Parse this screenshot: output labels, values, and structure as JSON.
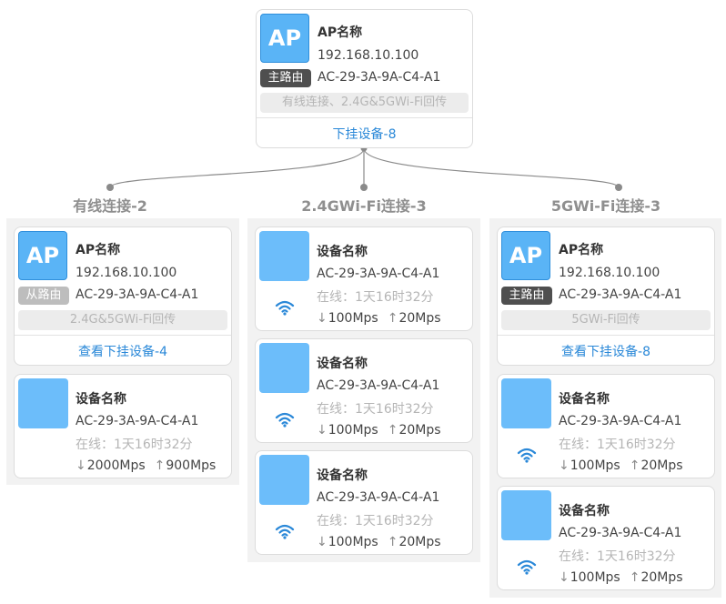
{
  "root": {
    "icon_text": "AP",
    "name": "AP名称",
    "ip": "192.168.10.100",
    "badge": "主路由",
    "mac": "AC-29-3A-9A-C4-A1",
    "backhaul": "有线连接、2.4G&5GWi-Fi回传",
    "link": "下挂设备-8"
  },
  "groups": [
    {
      "title": "有线连接-2",
      "ap": {
        "icon_text": "AP",
        "name": "AP名称",
        "ip": "192.168.10.100",
        "badge": "从路由",
        "mac": "AC-29-3A-9A-C4-A1",
        "backhaul": "2.4G&5GWi-Fi回传",
        "link": "查看下挂设备-4"
      },
      "devices": [
        {
          "name": "设备名称",
          "mac": "AC-29-3A-9A-C4-A1",
          "online": "在线：1天16时32分",
          "down": "2000Mps",
          "up": "900Mps"
        }
      ]
    },
    {
      "title": "2.4GWi-Fi连接-3",
      "devices": [
        {
          "name": "设备名称",
          "mac": "AC-29-3A-9A-C4-A1",
          "online": "在线：1天16时32分",
          "down": "100Mps",
          "up": "20Mps"
        },
        {
          "name": "设备名称",
          "mac": "AC-29-3A-9A-C4-A1",
          "online": "在线：1天16时32分",
          "down": "100Mps",
          "up": "20Mps"
        },
        {
          "name": "设备名称",
          "mac": "AC-29-3A-9A-C4-A1",
          "online": "在线：1天16时32分",
          "down": "100Mps",
          "up": "20Mps"
        }
      ]
    },
    {
      "title": "5GWi-Fi连接-3",
      "ap": {
        "icon_text": "AP",
        "name": "AP名称",
        "ip": "192.168.10.100",
        "badge": "主路由",
        "mac": "AC-29-3A-9A-C4-A1",
        "backhaul": "5GWi-Fi回传",
        "link": "查看下挂设备-8"
      },
      "devices": [
        {
          "name": "设备名称",
          "mac": "AC-29-3A-9A-C4-A1",
          "online": "在线：1天16时32分",
          "down": "100Mps",
          "up": "20Mps"
        },
        {
          "name": "设备名称",
          "mac": "AC-29-3A-9A-C4-A1",
          "online": "在线：1天16时32分",
          "down": "100Mps",
          "up": "20Mps"
        }
      ]
    }
  ],
  "colors": {
    "accent": "#2a88d8",
    "icon_blue": "#5ab4f6",
    "badge_dark": "#4f4f4f",
    "badge_light": "#bdbdbd",
    "group_bg": "#f2f2f2"
  },
  "icons": {
    "download": "down-arrow-icon",
    "upload": "up-arrow-icon",
    "wifi": "wifi-icon"
  }
}
